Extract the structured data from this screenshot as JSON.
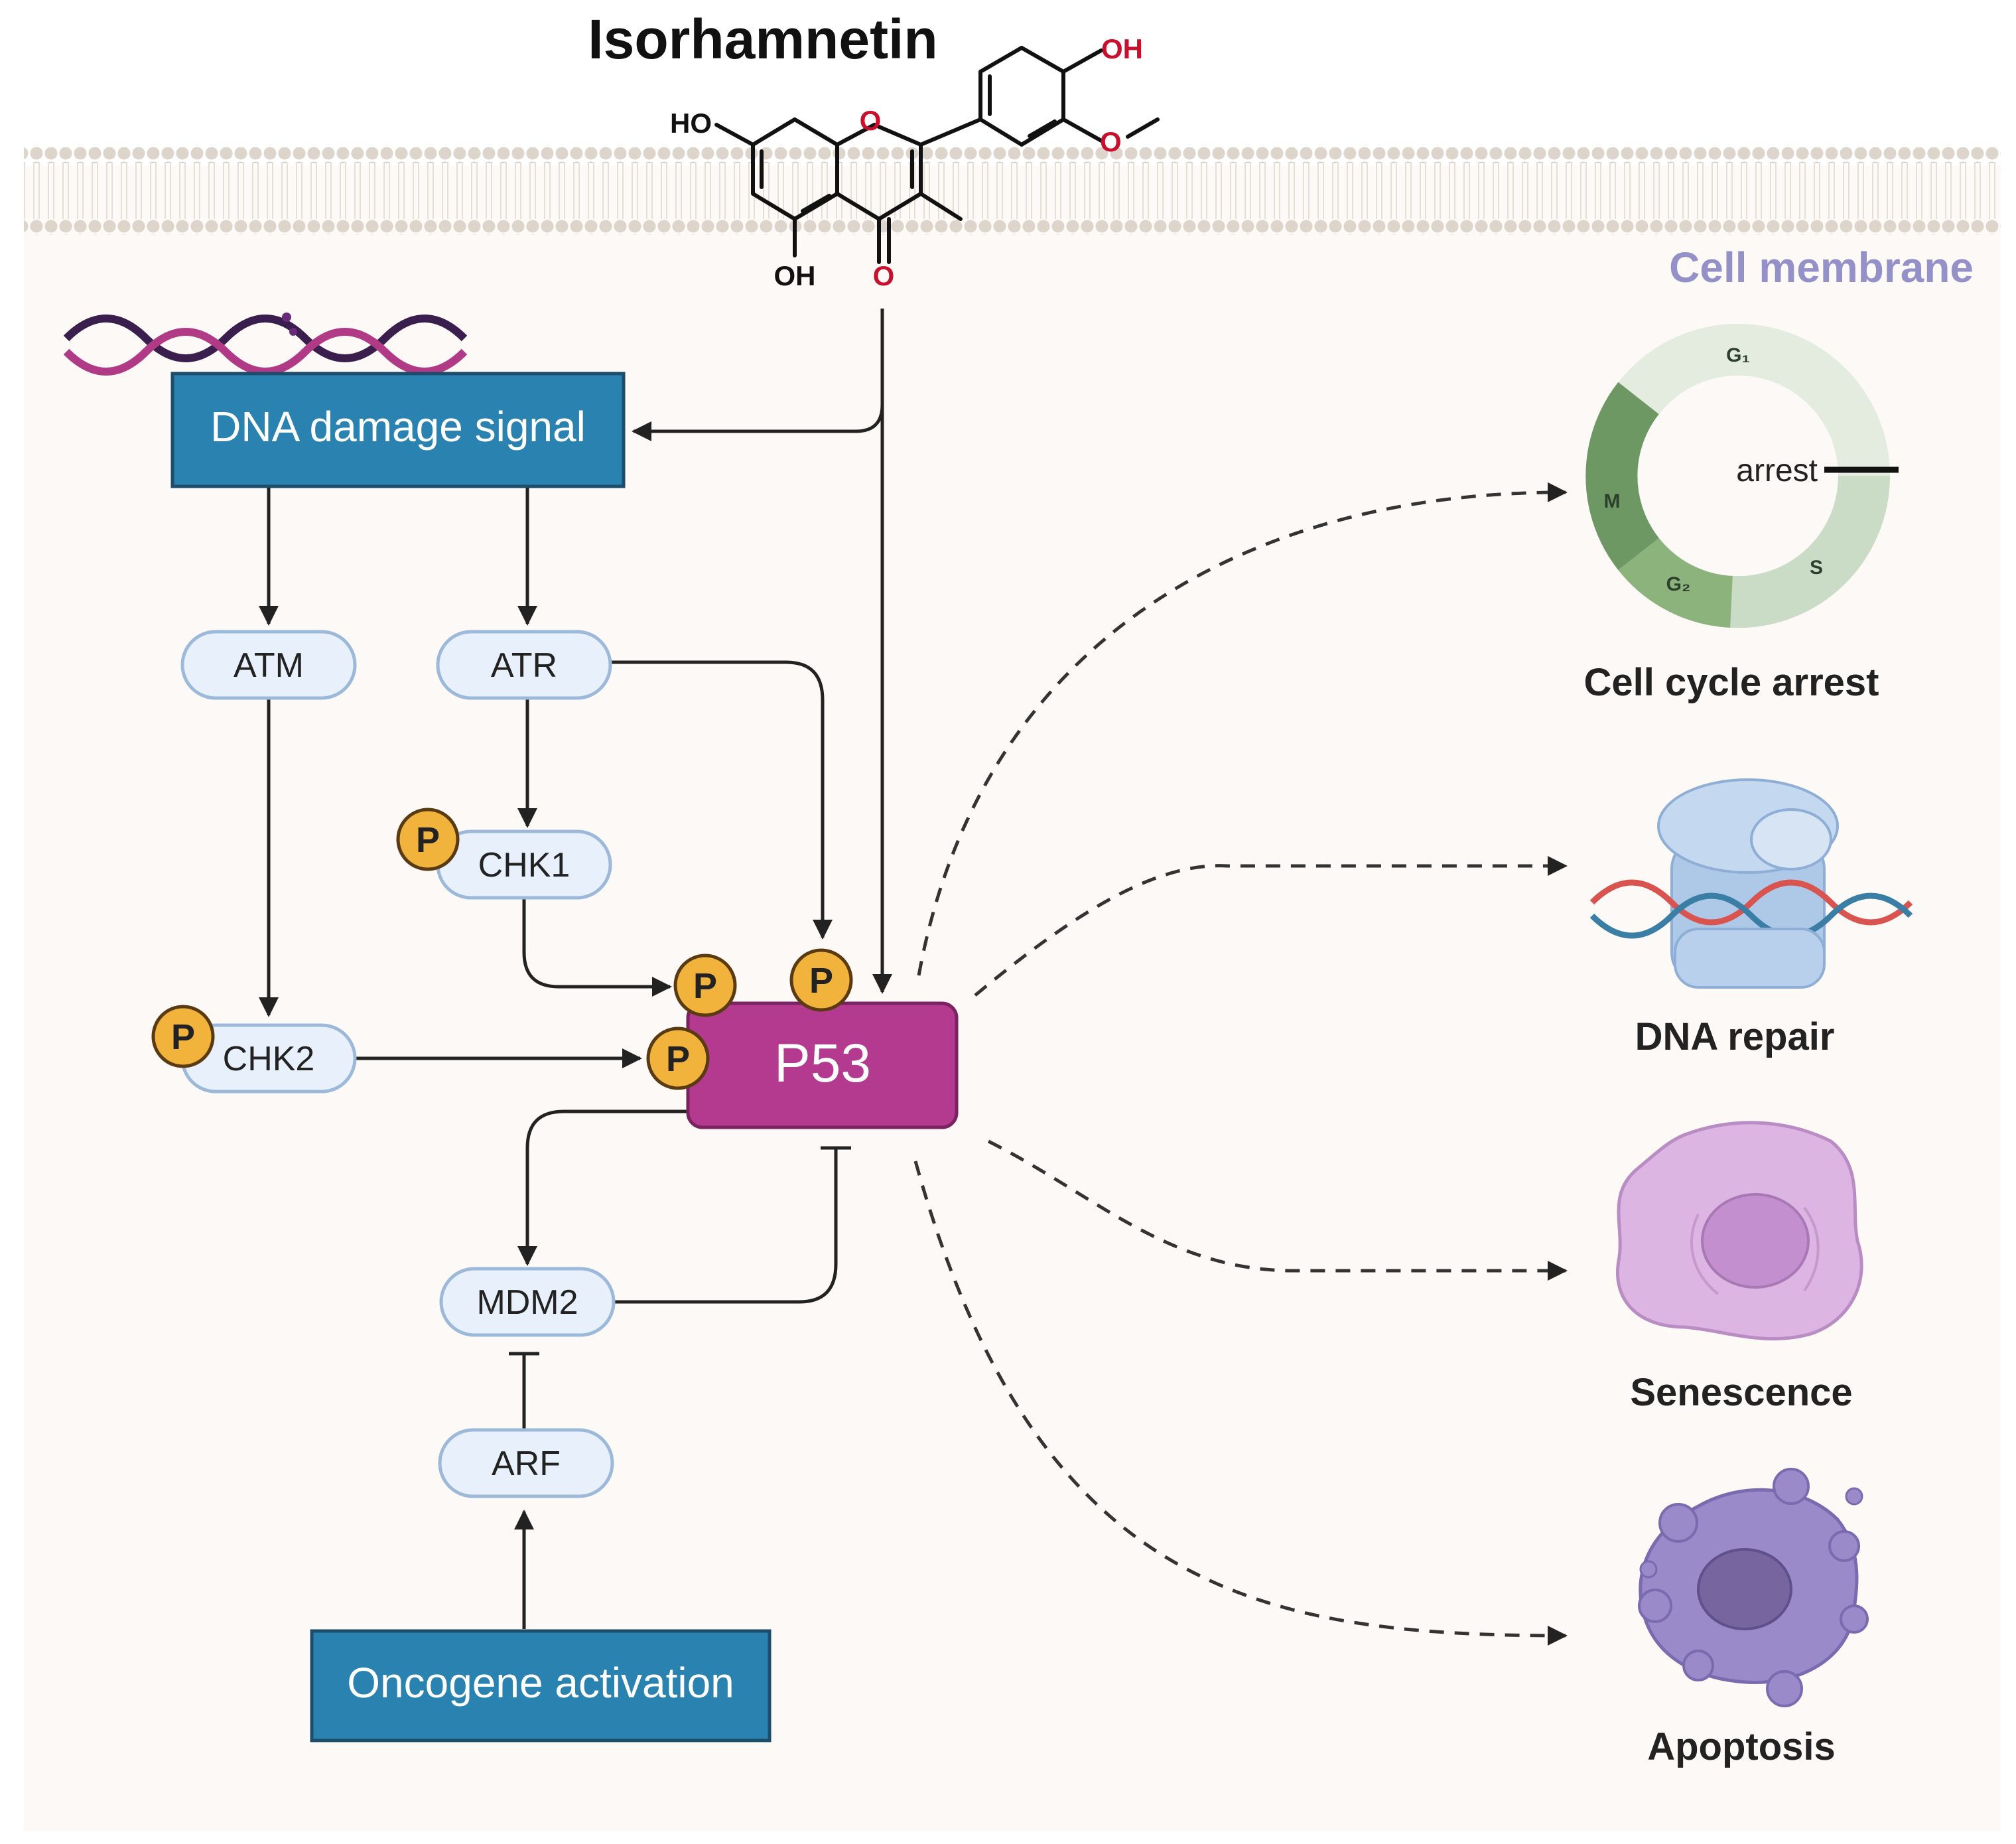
{
  "title": "Isorhamnetin",
  "membrane_label": "Cell membrane",
  "molecule": {
    "atoms": [
      "OH",
      "O",
      "HO",
      "O",
      "OH",
      "O"
    ]
  },
  "nodes": {
    "dna_damage": "DNA damage signal",
    "atm": "ATM",
    "atr": "ATR",
    "chk1": "CHK1",
    "chk2": "CHK2",
    "p53": "P53",
    "mdm2": "MDM2",
    "arf": "ARF",
    "oncogene": "Oncogene activation",
    "phospho": "P"
  },
  "cell_cycle": {
    "phases": [
      "G₁",
      "S",
      "G₂",
      "M"
    ],
    "arrest": "arrest"
  },
  "outcomes": [
    "Cell cycle arrest",
    "DNA repair",
    "Senescence",
    "Apoptosis"
  ],
  "colors": {
    "box_blue": "#2a82b0",
    "pill_fill": "#e8f1fb",
    "pill_stroke": "#9cb9da",
    "p53": "#b33a8f",
    "phospho": "#f1b33b",
    "background": "#fcf9f6",
    "membrane": "#ddd5cc",
    "membrane_label": "#9491c9"
  }
}
